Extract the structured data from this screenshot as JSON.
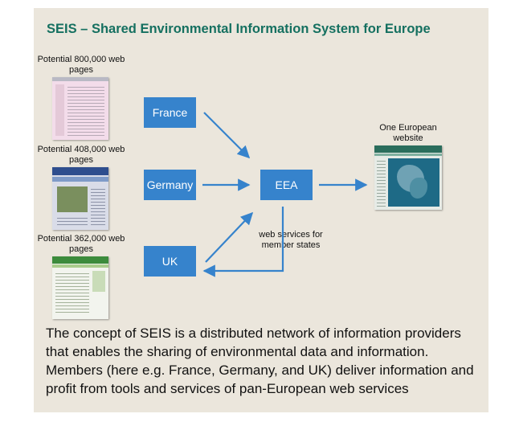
{
  "title": "SEIS – Shared Environmental Information System for Europe",
  "sources": [
    {
      "label": "Potential 800,000 web pages"
    },
    {
      "label": "Potential 408,000 web pages"
    },
    {
      "label": "Potential 362,000 web pages"
    }
  ],
  "members": {
    "france": "France",
    "germany": "Germany",
    "uk": "UK"
  },
  "hub": "EEA",
  "web_services_label": "web services for member states",
  "european_site_label": "One European website",
  "description": "The concept of SEIS is a distributed network of information providers that enables the sharing of environmental data and information. Members (here e.g. France, Germany, and UK) deliver information and profit from tools and services of pan-European web services",
  "colors": {
    "panel": "#ebe6dc",
    "title": "#157060",
    "box": "#3683cc",
    "arrow": "#3683cc"
  }
}
